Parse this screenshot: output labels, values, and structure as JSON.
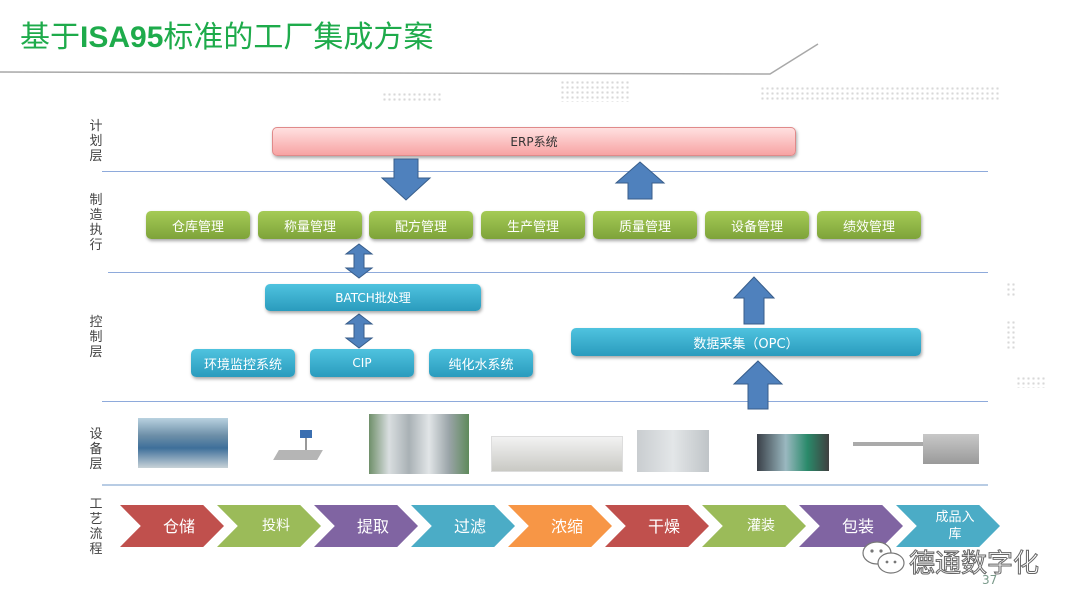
{
  "title": {
    "prefix": "基于",
    "bold": "ISA95",
    "suffix": "标准的工厂集成方案"
  },
  "layers": [
    {
      "id": "planning",
      "label": "计划层"
    },
    {
      "id": "mes",
      "label": "制造执行"
    },
    {
      "id": "control",
      "label": "控制层"
    },
    {
      "id": "equipment",
      "label": "设备层"
    },
    {
      "id": "process",
      "label": "工艺流程"
    }
  ],
  "planning": {
    "erp": "ERP系统"
  },
  "mes": {
    "modules": [
      "仓库管理",
      "称量管理",
      "配方管理",
      "生产管理",
      "质量管理",
      "设备管理",
      "绩效管理"
    ]
  },
  "control": {
    "batch": "BATCH批处理",
    "subsystems": [
      "环境监控系统",
      "CIP",
      "纯化水系统"
    ],
    "data_acquisition": "数据采集（OPC）"
  },
  "equipment": {
    "images": [
      "warehouse-photo",
      "scale-photo",
      "tank-photo",
      "filter-machine-photo",
      "dryer-photo",
      "filling-worker-photo",
      "packaging-machine-photo"
    ]
  },
  "process": {
    "steps": [
      {
        "label": "仓储",
        "color": "#c0504d"
      },
      {
        "label": "投料",
        "color": "#9bbb59"
      },
      {
        "label": "提取",
        "color": "#8064a2"
      },
      {
        "label": "过滤",
        "color": "#4bacc6"
      },
      {
        "label": "浓缩",
        "color": "#f79646"
      },
      {
        "label": "干燥",
        "color": "#c0504d"
      },
      {
        "label": "灌装",
        "color": "#9bbb59"
      },
      {
        "label": "包装",
        "color": "#8064a2"
      },
      {
        "label": "成品入库",
        "color": "#4bacc6"
      }
    ]
  },
  "arrows": {
    "color": "#4f81bd"
  },
  "footer": {
    "watermark": "德通数字化",
    "page_number": "37"
  },
  "colors": {
    "title": "#1eab4b",
    "separator": "#8eaadb"
  }
}
